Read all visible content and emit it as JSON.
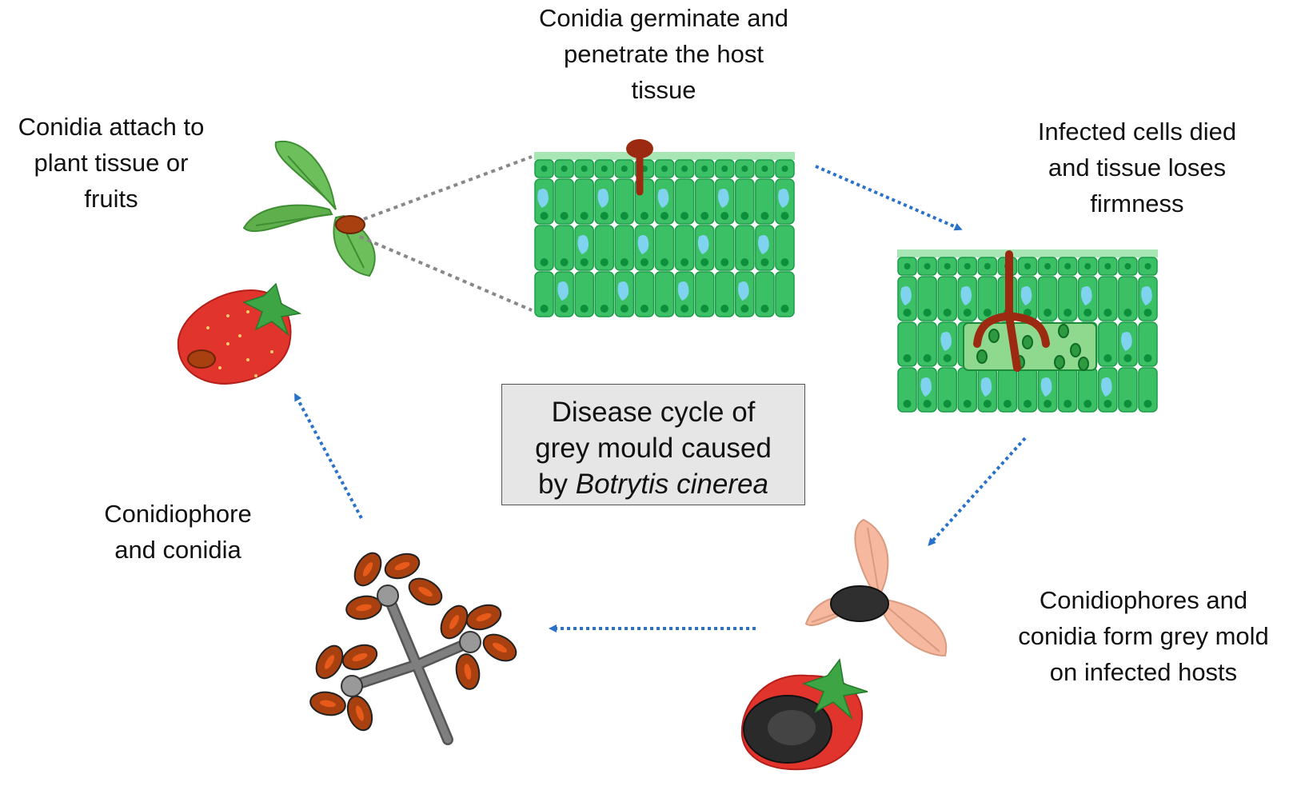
{
  "diagram": {
    "title_lines": [
      "Disease cycle of",
      "grey mould caused"
    ],
    "title_prefix": "by",
    "title_species": "Botrytis cinerea",
    "stages": [
      {
        "id": "attach",
        "lines": [
          "Conidia attach to",
          "plant tissue or",
          "fruits"
        ]
      },
      {
        "id": "germinate",
        "lines": [
          "Conidia germinate and",
          "penetrate the host",
          "tissue"
        ]
      },
      {
        "id": "infected",
        "lines": [
          "Infected cells died",
          "and tissue loses",
          "firmness"
        ]
      },
      {
        "id": "grey-mold",
        "lines": [
          "Conidiophores and",
          "conidia form grey mold",
          "on infected hosts"
        ]
      },
      {
        "id": "conidiophore",
        "lines": [
          "Conidiophore",
          "and conidia"
        ]
      }
    ],
    "colors": {
      "cell": "#3cc065",
      "cell_border": "#1a9c48",
      "cell_top": "#a8e6b6",
      "nucleus": "#0d8f3c",
      "vacuole": "#7fd3ef",
      "hypha": "#9b2a10",
      "leaf": "#6cbf5a",
      "infected_leaf": "#f6b9a0",
      "strawberry": "#e0342c",
      "conidia": "#a8410f",
      "conidiophore": "#7f7f7f",
      "arrow": "#2a72c9",
      "zoom_line": "#888888",
      "title_box": "#e6e6e6"
    }
  }
}
